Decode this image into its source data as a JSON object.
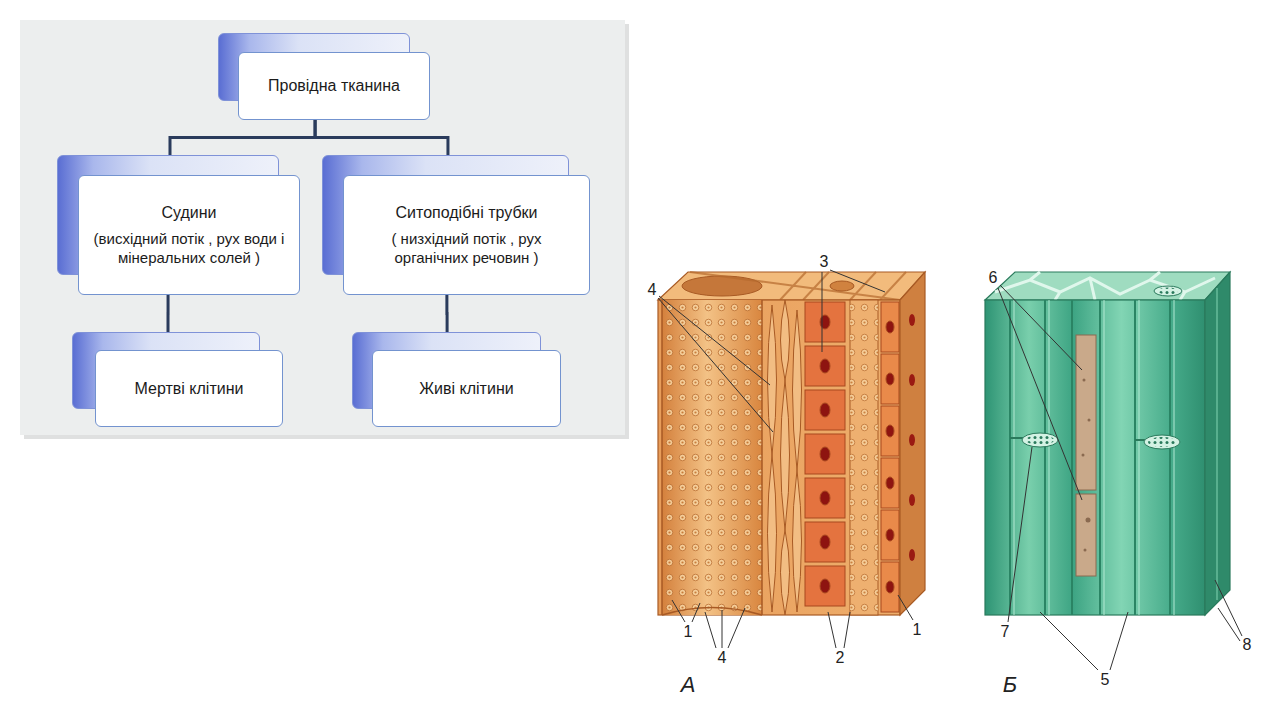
{
  "diagram": {
    "nodes": [
      {
        "text": [
          "Провідна тканина"
        ]
      },
      {
        "text": [
          "Судини",
          "(висхідний потік , рух води і мінеральних солей )"
        ]
      },
      {
        "text": [
          "Ситоподібні трубки",
          "( низхідний потік , рух органічних речовин )"
        ]
      },
      {
        "text": [
          "Мертві клітини"
        ]
      },
      {
        "text": [
          "Живі клітини"
        ]
      }
    ],
    "edges": [
      {
        "from": 0,
        "to": 1,
        "arrow": "none"
      },
      {
        "from": 0,
        "to": 2,
        "arrow": "none"
      },
      {
        "from": 1,
        "to": 3,
        "arrow": "none"
      },
      {
        "from": 2,
        "to": 4,
        "arrow": "none"
      }
    ],
    "labels": [
      "4",
      "3",
      "1",
      "4",
      "2",
      "1",
      "А",
      "6",
      "7",
      "5",
      "8",
      "Б"
    ]
  }
}
